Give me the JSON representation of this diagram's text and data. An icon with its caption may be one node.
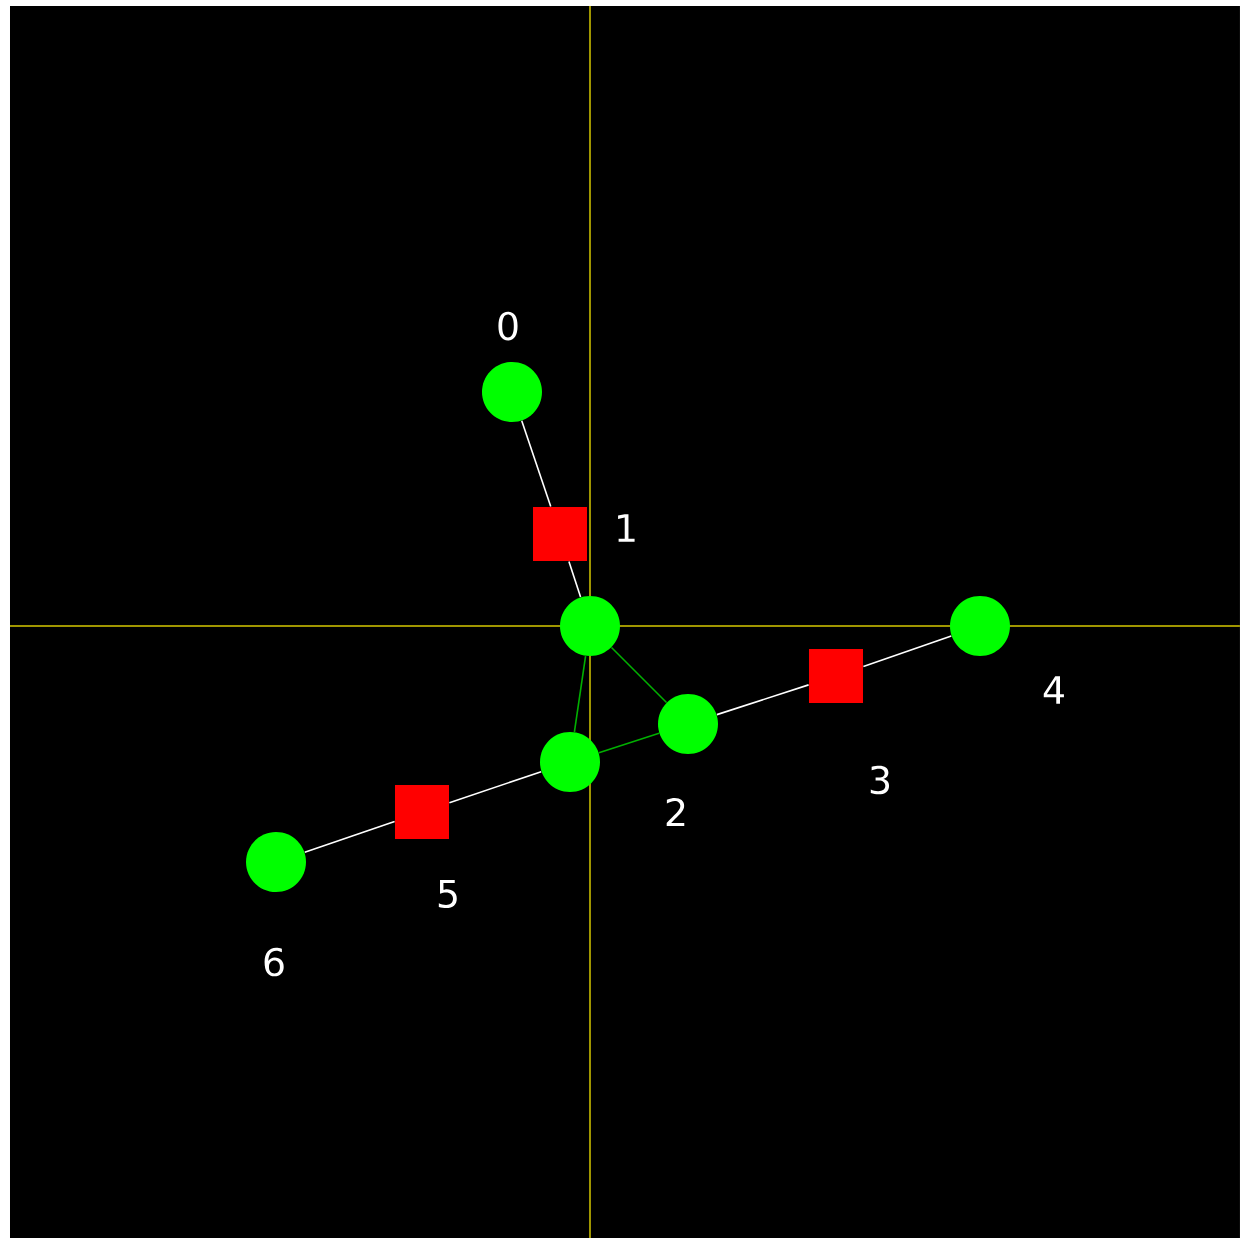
{
  "diagram": {
    "nodes": [
      {
        "text": [],
        "shape": "circle",
        "beside": [
          "0"
        ]
      },
      {
        "text": [],
        "shape": "box",
        "beside": [
          "1"
        ]
      },
      {
        "text": [],
        "shape": "circle"
      },
      {
        "text": [],
        "shape": "circle",
        "beside": [
          "2"
        ]
      },
      {
        "text": [],
        "shape": "circle"
      },
      {
        "text": [],
        "shape": "box",
        "beside": [
          "3"
        ]
      },
      {
        "text": [],
        "shape": "circle",
        "beside": [
          "4"
        ]
      },
      {
        "text": [],
        "shape": "box",
        "beside": [
          "5"
        ]
      },
      {
        "text": [],
        "shape": "circle",
        "beside": [
          "6"
        ]
      }
    ],
    "edges": [
      {
        "from": 0,
        "to": 1,
        "arrow": "none"
      },
      {
        "from": 1,
        "to": 2,
        "arrow": "none"
      },
      {
        "from": 2,
        "to": 3,
        "arrow": "none",
        "color": "#00b000"
      },
      {
        "from": 2,
        "to": 4,
        "arrow": "none",
        "color": "#00b000"
      },
      {
        "from": 4,
        "to": 3,
        "arrow": "none",
        "color": "#00b000"
      },
      {
        "from": 3,
        "to": 5,
        "arrow": "none"
      },
      {
        "from": 5,
        "to": 6,
        "arrow": "none"
      },
      {
        "from": 4,
        "to": 7,
        "arrow": "none"
      },
      {
        "from": 7,
        "to": 8,
        "arrow": "none"
      }
    ]
  }
}
